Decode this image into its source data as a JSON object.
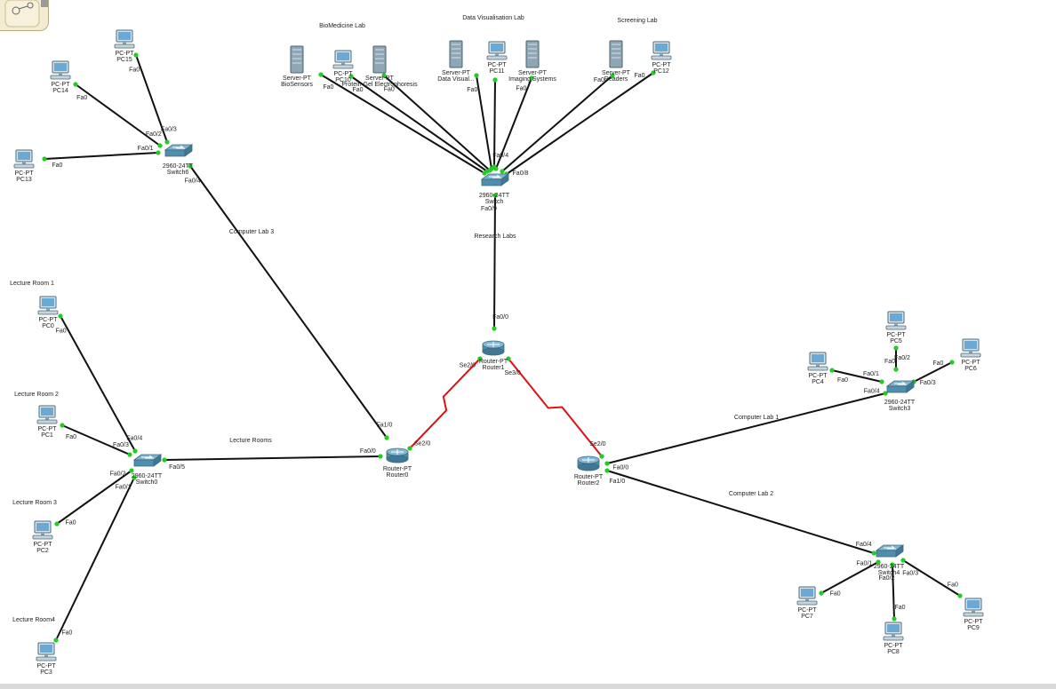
{
  "colors": {
    "cable": "#111111",
    "serial": "#e01010",
    "port_up": "#22cc22",
    "label": "#222222"
  },
  "area_labels": [
    {
      "id": "biomedicine",
      "text": "BioMedicine Lab"
    },
    {
      "id": "datavis",
      "text": "Data Visualisation Lab"
    },
    {
      "id": "screening",
      "text": "Screening Lab"
    },
    {
      "id": "lr1",
      "text": "Lecture Room 1"
    },
    {
      "id": "lr2",
      "text": "Lecture Room 2"
    },
    {
      "id": "lr3",
      "text": "Lecture Room 3"
    },
    {
      "id": "lr4",
      "text": "Lecture Room4"
    }
  ],
  "link_labels": [
    {
      "id": "computer_lab_3",
      "text": "Computer Lab 3"
    },
    {
      "id": "research_labs",
      "text": "Research Labs"
    },
    {
      "id": "lecture_rooms",
      "text": "Lecture Rooms"
    },
    {
      "id": "computer_lab_1",
      "text": "Computer Lab 1"
    },
    {
      "id": "computer_lab_2",
      "text": "Computer Lab 2"
    }
  ],
  "devices": [
    {
      "id": "pc15",
      "kind": "pc",
      "type": "PC-PT",
      "name": "PC15"
    },
    {
      "id": "pc14",
      "kind": "pc",
      "type": "PC-PT",
      "name": "PC14"
    },
    {
      "id": "pc13",
      "kind": "pc",
      "type": "PC-PT",
      "name": "PC13"
    },
    {
      "id": "switch6",
      "kind": "switch",
      "type": "2960-24TT",
      "name": "Switch6"
    },
    {
      "id": "biosensors",
      "kind": "server",
      "type": "Server-PT",
      "name": "BioSensors"
    },
    {
      "id": "pc10",
      "kind": "pc",
      "type": "PC-PT",
      "name": "PC10"
    },
    {
      "id": "protein",
      "kind": "server",
      "type": "Server-PT",
      "name": "Protein Gel Electrophoresis"
    },
    {
      "id": "datavisual",
      "kind": "server",
      "type": "Server-PT",
      "name": "Data Visual..."
    },
    {
      "id": "pc11",
      "kind": "pc",
      "type": "PC-PT",
      "name": "PC11"
    },
    {
      "id": "imaging",
      "kind": "server",
      "type": "Server-PT",
      "name": "Imaging Systems"
    },
    {
      "id": "readers",
      "kind": "server",
      "type": "Server-PT",
      "name": "Readers"
    },
    {
      "id": "pc12",
      "kind": "pc",
      "type": "PC-PT",
      "name": "PC12"
    },
    {
      "id": "switch_r",
      "kind": "switch",
      "type": "2960-24TT",
      "name": "Switch"
    },
    {
      "id": "router1",
      "kind": "router",
      "type": "Router-PT",
      "name": "Router1"
    },
    {
      "id": "router0",
      "kind": "router",
      "type": "Router-PT",
      "name": "Router0"
    },
    {
      "id": "router2",
      "kind": "router",
      "type": "Router-PT",
      "name": "Router2"
    },
    {
      "id": "switch0",
      "kind": "switch",
      "type": "2960-24TT",
      "name": "Switch0"
    },
    {
      "id": "pc0",
      "kind": "pc",
      "type": "PC-PT",
      "name": "PC0"
    },
    {
      "id": "pc1",
      "kind": "pc",
      "type": "PC-PT",
      "name": "PC1"
    },
    {
      "id": "pc2",
      "kind": "pc",
      "type": "PC-PT",
      "name": "PC2"
    },
    {
      "id": "pc3",
      "kind": "pc",
      "type": "PC-PT",
      "name": "PC3"
    },
    {
      "id": "switch3",
      "kind": "switch",
      "type": "2960-24TT",
      "name": "Switch3"
    },
    {
      "id": "pc5",
      "kind": "pc",
      "type": "PC-PT",
      "name": "PC5"
    },
    {
      "id": "pc4",
      "kind": "pc",
      "type": "PC-PT",
      "name": "PC4"
    },
    {
      "id": "pc6",
      "kind": "pc",
      "type": "PC-PT",
      "name": "PC6"
    },
    {
      "id": "switch4",
      "kind": "switch",
      "type": "2960-24TT",
      "name": "Switch4"
    },
    {
      "id": "pc7",
      "kind": "pc",
      "type": "PC-PT",
      "name": "PC7"
    },
    {
      "id": "pc8",
      "kind": "pc",
      "type": "PC-PT",
      "name": "PC8"
    },
    {
      "id": "pc9",
      "kind": "pc",
      "type": "PC-PT",
      "name": "PC9"
    }
  ],
  "links": [
    {
      "from": "pc15",
      "to": "switch6",
      "kind": "ethernet",
      "ports": [
        "Fa0",
        "Fa0/3"
      ]
    },
    {
      "from": "pc14",
      "to": "switch6",
      "kind": "ethernet",
      "ports": [
        "Fa0",
        "Fa0/2"
      ]
    },
    {
      "from": "pc13",
      "to": "switch6",
      "kind": "ethernet",
      "ports": [
        "Fa0",
        "Fa0/1"
      ]
    },
    {
      "from": "switch6",
      "to": "router0",
      "kind": "ethernet",
      "ports": [
        "Fa0/4",
        "Fa1/0"
      ],
      "label": "computer_lab_3"
    },
    {
      "from": "biosensors",
      "to": "switch_r",
      "kind": "ethernet",
      "ports": [
        "Fa0",
        ""
      ]
    },
    {
      "from": "pc10",
      "to": "switch_r",
      "kind": "ethernet",
      "ports": [
        "Fa0",
        ""
      ]
    },
    {
      "from": "protein",
      "to": "switch_r",
      "kind": "ethernet",
      "ports": [
        "Fa0",
        ""
      ]
    },
    {
      "from": "datavisual",
      "to": "switch_r",
      "kind": "ethernet",
      "ports": [
        "Fa0",
        ""
      ]
    },
    {
      "from": "pc11",
      "to": "switch_r",
      "kind": "ethernet",
      "ports": [
        "",
        "Fa0/4"
      ]
    },
    {
      "from": "imaging",
      "to": "switch_r",
      "kind": "ethernet",
      "ports": [
        "Fa0",
        ""
      ]
    },
    {
      "from": "readers",
      "to": "switch_r",
      "kind": "ethernet",
      "ports": [
        "Fa0",
        ""
      ]
    },
    {
      "from": "pc12",
      "to": "switch_r",
      "kind": "ethernet",
      "ports": [
        "Fa0",
        "Fa0/8"
      ]
    },
    {
      "from": "switch_r",
      "to": "router1",
      "kind": "ethernet",
      "ports": [
        "Fa0/9",
        "Fa0/0"
      ],
      "label": "research_labs"
    },
    {
      "from": "router1",
      "to": "router0",
      "kind": "serial",
      "ports": [
        "Se2/0",
        "Se2/0"
      ]
    },
    {
      "from": "router1",
      "to": "router2",
      "kind": "serial",
      "ports": [
        "Se3/0",
        "Se2/0"
      ]
    },
    {
      "from": "switch0",
      "to": "router0",
      "kind": "ethernet",
      "ports": [
        "Fa0/5",
        "Fa0/0"
      ],
      "label": "lecture_rooms"
    },
    {
      "from": "pc0",
      "to": "switch0",
      "kind": "ethernet",
      "ports": [
        "Fa0",
        "Fa0/4"
      ]
    },
    {
      "from": "pc1",
      "to": "switch0",
      "kind": "ethernet",
      "ports": [
        "Fa0",
        "Fa0/3"
      ]
    },
    {
      "from": "pc2",
      "to": "switch0",
      "kind": "ethernet",
      "ports": [
        "Fa0",
        "Fa0/2"
      ]
    },
    {
      "from": "pc3",
      "to": "switch0",
      "kind": "ethernet",
      "ports": [
        "Fa0",
        "Fa0/1"
      ]
    },
    {
      "from": "router2",
      "to": "switch3",
      "kind": "ethernet",
      "ports": [
        "Fa0/0",
        "Fa0/4"
      ],
      "label": "computer_lab_1"
    },
    {
      "from": "router2",
      "to": "switch4",
      "kind": "ethernet",
      "ports": [
        "Fa1/0",
        "Fa0/4"
      ],
      "label": "computer_lab_2"
    },
    {
      "from": "pc5",
      "to": "switch3",
      "kind": "ethernet",
      "ports": [
        "Fa0",
        "Fa0/2"
      ]
    },
    {
      "from": "pc4",
      "to": "switch3",
      "kind": "ethernet",
      "ports": [
        "Fa0",
        "Fa0/1"
      ]
    },
    {
      "from": "pc6",
      "to": "switch3",
      "kind": "ethernet",
      "ports": [
        "Fa0",
        "Fa0/3"
      ]
    },
    {
      "from": "pc7",
      "to": "switch4",
      "kind": "ethernet",
      "ports": [
        "Fa0",
        "Fa0/1"
      ]
    },
    {
      "from": "pc8",
      "to": "switch4",
      "kind": "ethernet",
      "ports": [
        "Fa0",
        "Fa0/2"
      ]
    },
    {
      "from": "pc9",
      "to": "switch4",
      "kind": "ethernet",
      "ports": [
        "Fa0",
        "Fa0/3"
      ]
    }
  ]
}
